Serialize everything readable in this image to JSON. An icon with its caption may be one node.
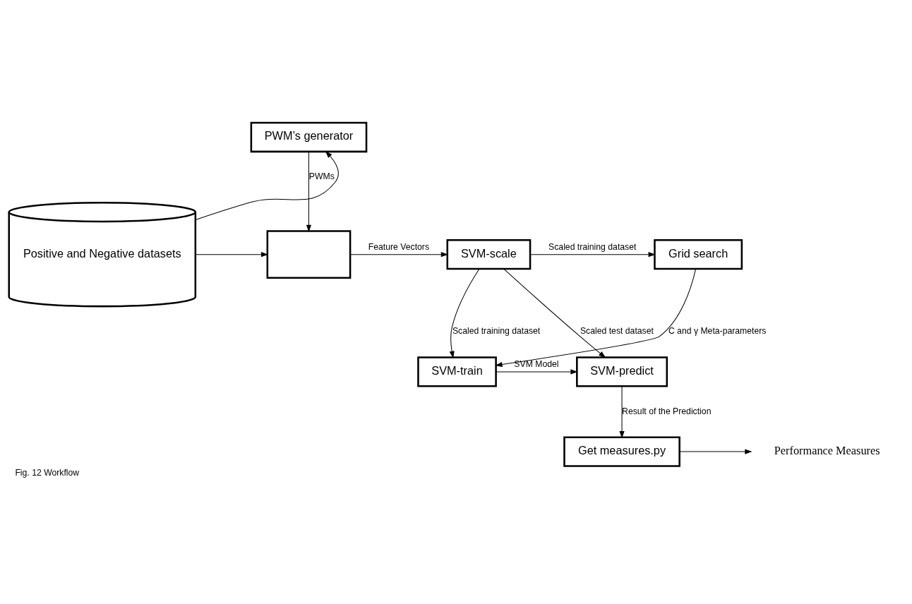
{
  "diagram": {
    "caption": "Fig. 12 Workflow",
    "nodes": [
      {
        "text": [
          "PWM’s generator"
        ]
      },
      {
        "text": [
          "Positive and Negative datasets"
        ]
      },
      {
        "text": [],
        "shape": "box"
      },
      {
        "text": [
          "SVM-scale"
        ]
      },
      {
        "text": [
          "Grid search"
        ]
      },
      {
        "text": [
          "SVM-predict"
        ]
      },
      {
        "text": [
          "SVM-train"
        ]
      },
      {
        "text": [
          "Get measures.py"
        ]
      },
      {
        "text": [
          "Performance Measures"
        ]
      }
    ],
    "edges": [
      {
        "from": 1,
        "to": 0,
        "arrow": "to"
      },
      {
        "from": 0,
        "to": 2,
        "arrow": "to",
        "label": "PWMs"
      },
      {
        "from": 1,
        "to": 2,
        "arrow": "to"
      },
      {
        "from": 2,
        "to": 3,
        "arrow": "to",
        "label": "Feature Vectors"
      },
      {
        "from": 3,
        "to": 4,
        "arrow": "to",
        "label": "Scaled training dataset"
      },
      {
        "from": 3,
        "to": 5,
        "arrow": "to",
        "label": "Scaled test dataset"
      },
      {
        "from": 3,
        "to": 6,
        "arrow": "to",
        "label": "Scaled training dataset"
      },
      {
        "from": 4,
        "to": 6,
        "arrow": "to",
        "label": "C and γ Meta-parameters"
      },
      {
        "from": 6,
        "to": 5,
        "arrow": "to",
        "label": "SVM Model"
      },
      {
        "from": 5,
        "to": 7,
        "arrow": "to",
        "label": "Result of the Prediction"
      },
      {
        "from": 7,
        "to": 8,
        "arrow": "to"
      }
    ]
  }
}
